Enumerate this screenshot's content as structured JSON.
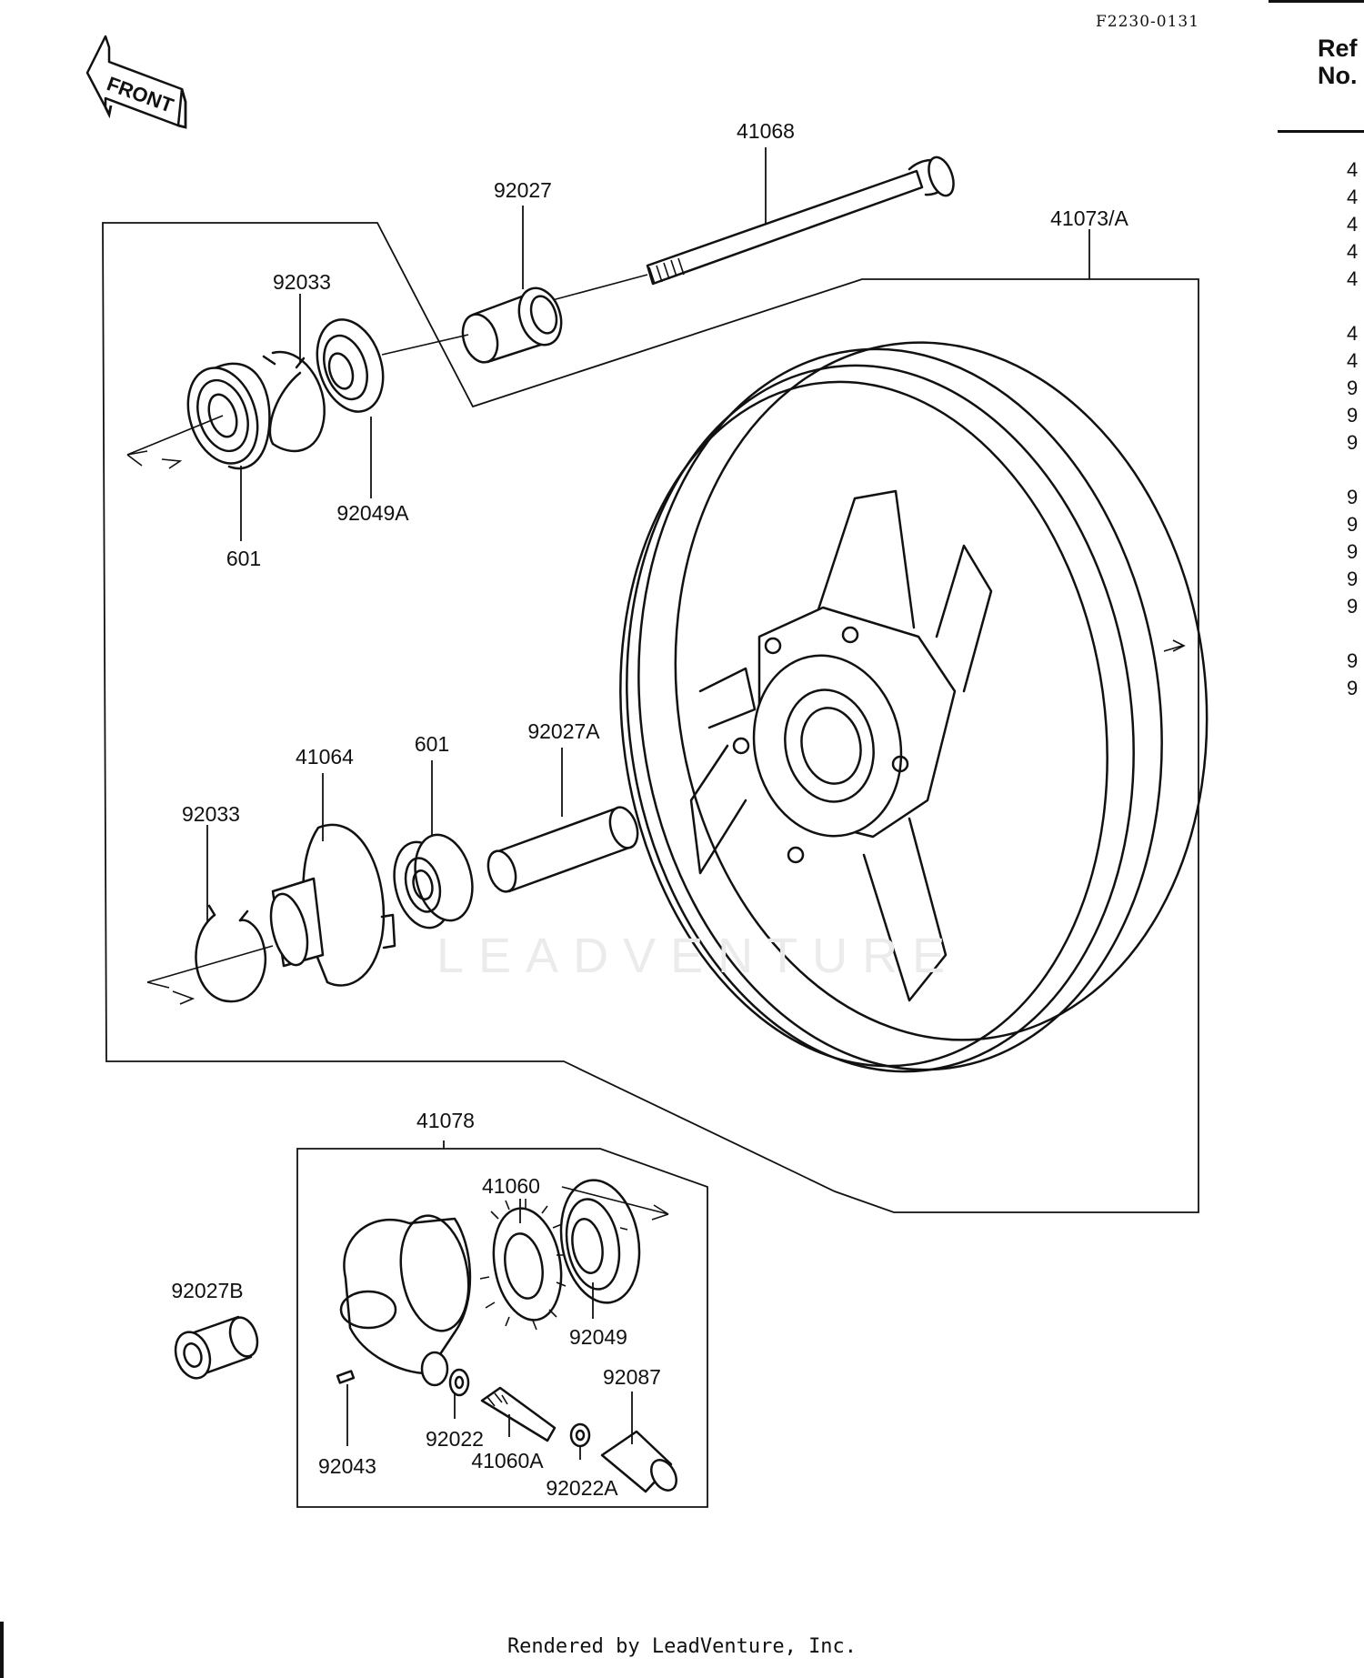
{
  "diagram": {
    "document_code": "F2230-0131",
    "front_arrow_label": "FRONT",
    "watermark": "LEADVENTURE",
    "footer": "Rendered by LeadVenture, Inc.",
    "callouts": {
      "c41068": "41068",
      "c92027": "92027",
      "c41073A": "41073/A",
      "c92033_top": "92033",
      "c92049A": "92049A",
      "c601_top": "601",
      "c41064": "41064",
      "c601_mid": "601",
      "c92027A": "92027A",
      "c92033_bottom": "92033",
      "c41078": "41078",
      "c41060": "41060",
      "c92049": "92049",
      "c92027B": "92027B",
      "c92087": "92087",
      "c92022": "92022",
      "c92043": "92043",
      "c41060A": "41060A",
      "c92022A": "92022A"
    }
  },
  "ref_column": {
    "header_line1": "Ref",
    "header_line2": "No.",
    "items": [
      "4",
      "4",
      "4",
      "4",
      "4",
      "4",
      "4",
      "9",
      "9",
      "9",
      "9",
      "9",
      "9",
      "9",
      "9",
      "9",
      "9"
    ]
  }
}
